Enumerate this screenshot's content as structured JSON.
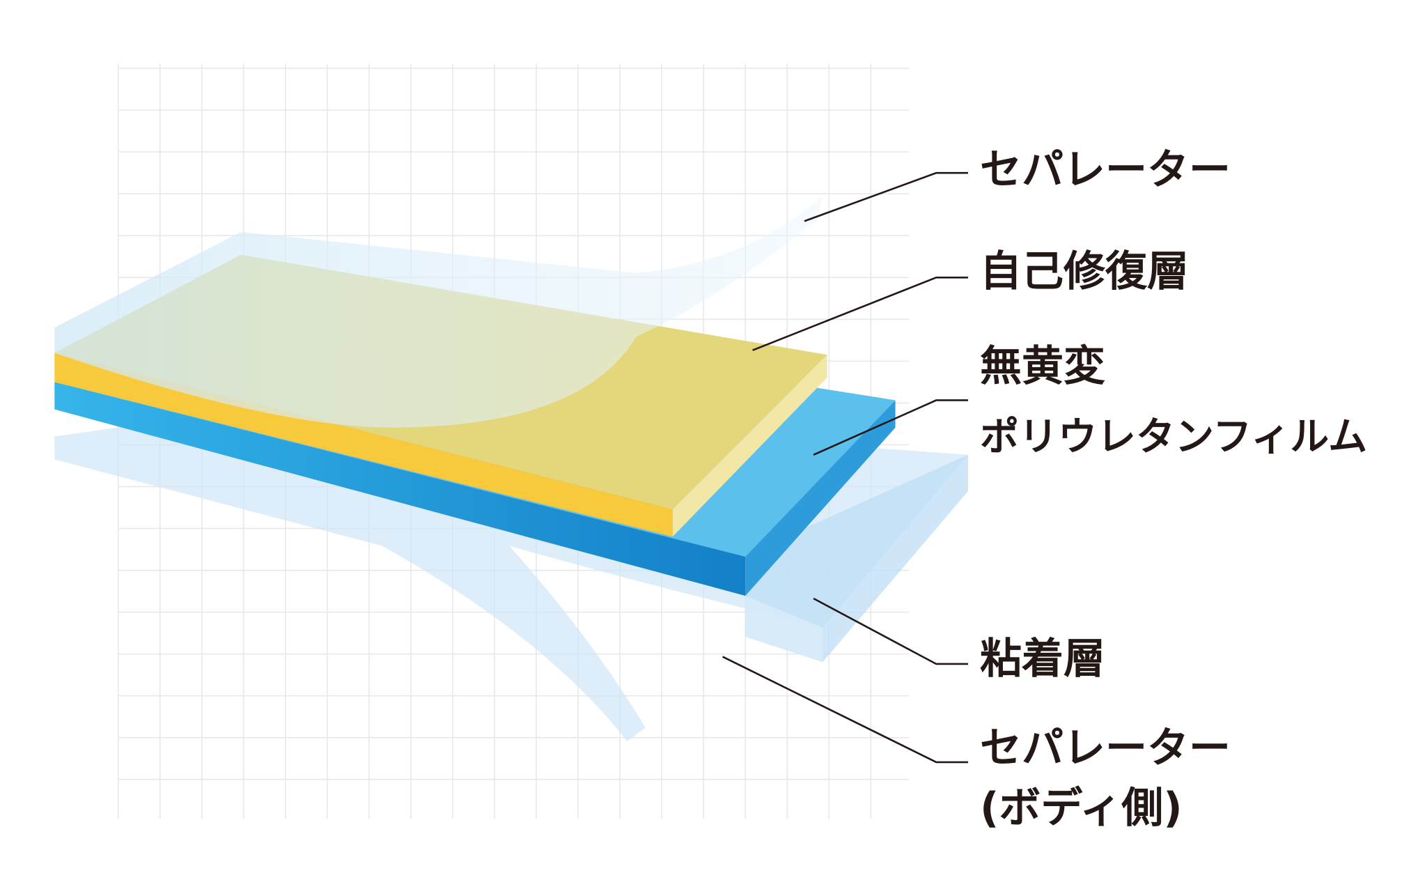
{
  "title": "Film layer structure",
  "labels": {
    "top_separator": "セパレーター",
    "self_healing_layer": "自己修復層",
    "non_yellowing_line1": "無黄変",
    "non_yellowing_line2": "ポリウレタンフィルム",
    "adhesive_layer": "粘着層",
    "body_separator_line1": "セパレーター",
    "body_separator_line2": "(ボディ側)"
  },
  "colors": {
    "self_healing": "#F9C93C",
    "polyurethane": "#1BA1DE",
    "separator": "#D6ECF7",
    "adhesive": "#BFDDF4",
    "text": "#231815"
  }
}
